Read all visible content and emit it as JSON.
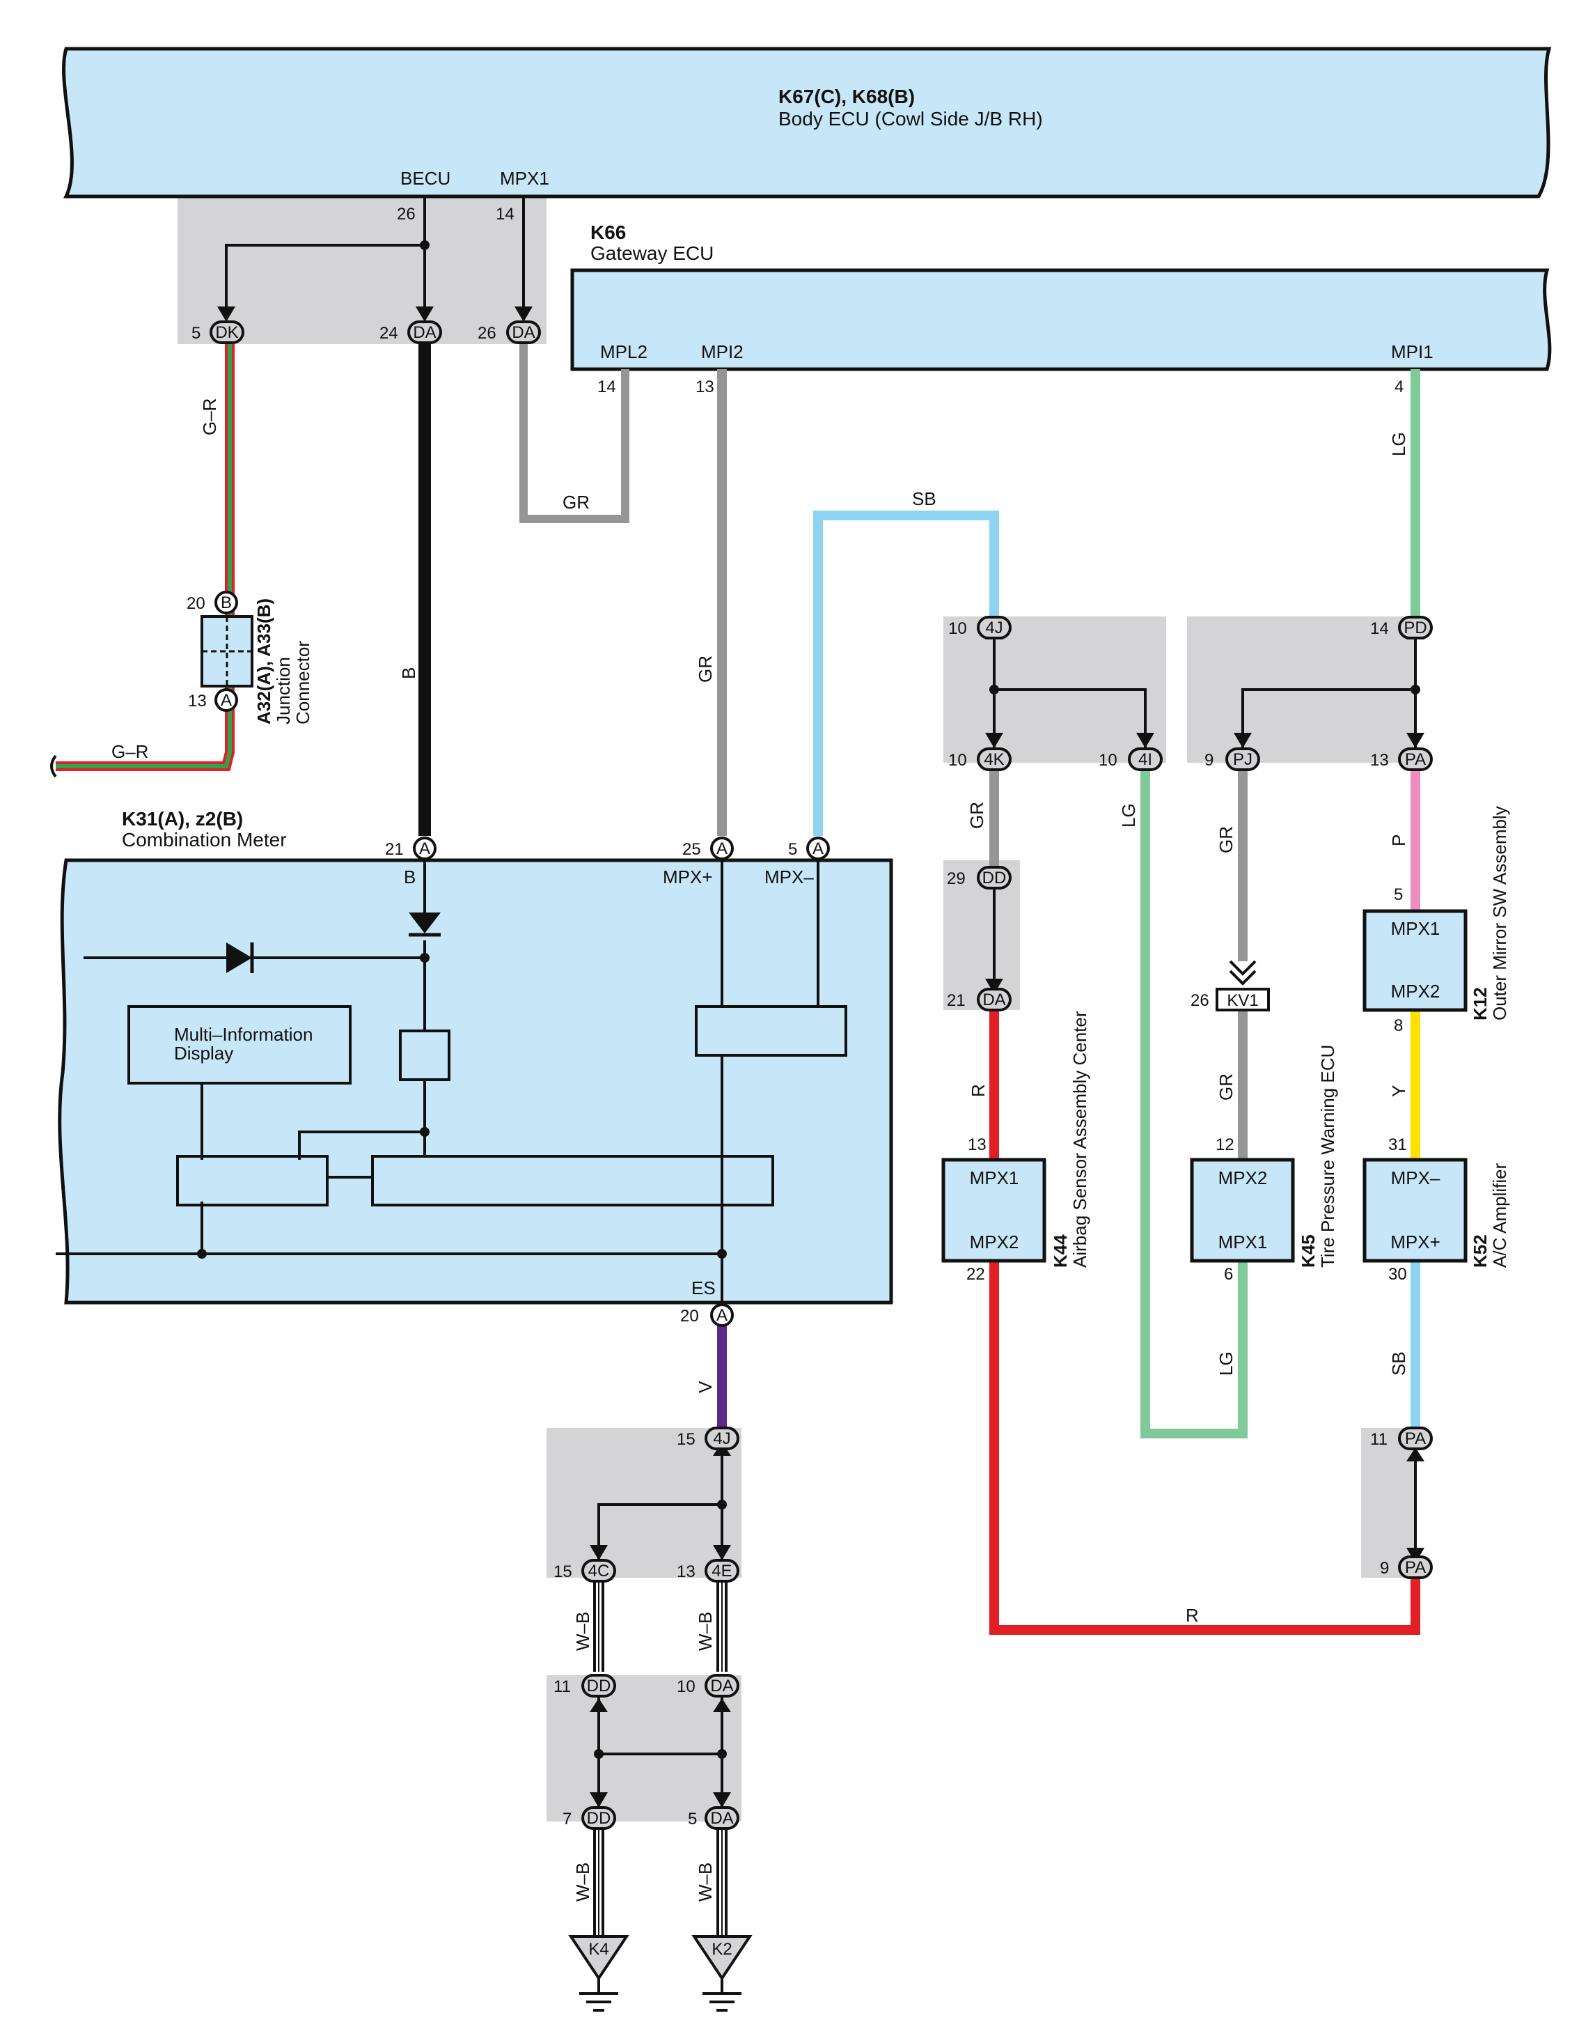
{
  "colors": {
    "ecu_fill": "#c7e7f8",
    "junction_fill": "#d4d4d6",
    "wire_B": "#111111",
    "wire_GR": "#959595",
    "wire_SB": "#8fd3f3",
    "wire_LG": "#7fc99a",
    "wire_R": "#e31e25",
    "wire_P": "#ef8cbf",
    "wire_Y": "#ffe000",
    "wire_V": "#5b2a86",
    "wire_GR_stripe_green": "#2ea44f",
    "wire_GR_stripe_red": "#e31e25"
  },
  "body_ecu": {
    "code": "K67(C), K68(B)",
    "name": "Body ECU (Cowl Side J/B RH)",
    "pin_becu": "BECU",
    "pin_becu_no": "26",
    "pin_mpx1": "MPX1",
    "pin_mpx1_no": "14"
  },
  "gateway_ecu": {
    "code": "K66",
    "name": "Gateway ECU",
    "pin_mpl2": "MPL2",
    "pin_mpl2_no": "14",
    "pin_mpi2": "MPI2",
    "pin_mpi2_no": "13",
    "pin_mpi1": "MPI1",
    "pin_mpi1_no": "4"
  },
  "junction_top": {
    "dk_no": "5",
    "dk": "DK",
    "da1_no": "24",
    "da1": "DA",
    "da2_no": "26",
    "da2": "DA"
  },
  "junction_connector": {
    "code": "A32(A), A33(B)",
    "line1": "Junction",
    "line2": "Connector",
    "pin_b_no": "20",
    "pin_b": "B",
    "pin_a_no": "13",
    "pin_a": "A"
  },
  "combination_meter": {
    "code": "K31(A), z2(B)",
    "name": "Combination Meter",
    "pin_b_no": "21",
    "pin_b_conn": "A",
    "pin_b": "B",
    "pin_mpxp_no": "25",
    "pin_mpxp_conn": "A",
    "pin_mpxp": "MPX+",
    "pin_mpxm_no": "5",
    "pin_mpxm_conn": "A",
    "pin_mpxm": "MPX–",
    "pin_es_no": "20",
    "pin_es_conn": "A",
    "pin_es": "ES",
    "display_line1": "Multi–Information",
    "display_line2": "Display"
  },
  "wire_labels": {
    "gr_left": "G–R",
    "gr_bottom": "G–R",
    "b": "B",
    "gr_mpl2": "GR",
    "gr_mpi2": "GR",
    "sb_top": "SB",
    "lg_mpi1": "LG",
    "gr_4k": "GR",
    "r_dda": "R",
    "lg_4i": "LG",
    "gr_pj": "GR",
    "gr_kv1": "GR",
    "p_pa": "P",
    "y_k12": "Y",
    "lg_k45": "LG",
    "sb_k52": "SB",
    "r_bottom": "R",
    "v_es": "V",
    "wb1": "W–B",
    "wb2": "W–B",
    "wb3": "W–B",
    "wb4": "W–B"
  },
  "jb_4j": {
    "top_no": "10",
    "top": "4J",
    "k_no": "10",
    "k": "4K",
    "i_no": "10",
    "i": "4I"
  },
  "jb_pd": {
    "top_no": "14",
    "top": "PD",
    "pj_no": "9",
    "pj": "PJ",
    "pa_no": "13",
    "pa": "PA"
  },
  "jb_dd": {
    "top_no": "29",
    "top": "DD",
    "bot_no": "21",
    "bot": "DA"
  },
  "kv1": {
    "no": "26",
    "label": "KV1"
  },
  "k44": {
    "code": "K44",
    "name": "Airbag Sensor Assembly Center",
    "pin1": "MPX1",
    "pin1_no": "13",
    "pin2": "MPX2",
    "pin2_no": "22"
  },
  "k45": {
    "code": "K45",
    "name": "Tire Pressure Warning ECU",
    "pin1": "MPX2",
    "pin1_no": "12",
    "pin2": "MPX1",
    "pin2_no": "6"
  },
  "k12": {
    "code": "K12",
    "name": "Outer Mirror SW Assembly",
    "pin1": "MPX1",
    "pin1_no": "5",
    "pin2": "MPX2",
    "pin2_no": "8"
  },
  "k52": {
    "code": "K52",
    "name": "A/C Amplifier",
    "pin1": "MPX–",
    "pin1_no": "31",
    "pin2": "MPX+",
    "pin2_no": "30"
  },
  "jb_pa_bottom": {
    "top_no": "11",
    "top": "PA",
    "bot_no": "9",
    "bot": "PA"
  },
  "jb_ground": {
    "j4_no": "15",
    "j4": "4J",
    "c4_no": "15",
    "c4": "4C",
    "e4_no": "13",
    "e4": "4E",
    "dd_no": "11",
    "dd": "DD",
    "da_no": "10",
    "da": "DA",
    "dd2_no": "7",
    "dd2": "DD",
    "da2_no": "5",
    "da2": "DA"
  },
  "grounds": {
    "k4": "K4",
    "k2": "K2"
  }
}
